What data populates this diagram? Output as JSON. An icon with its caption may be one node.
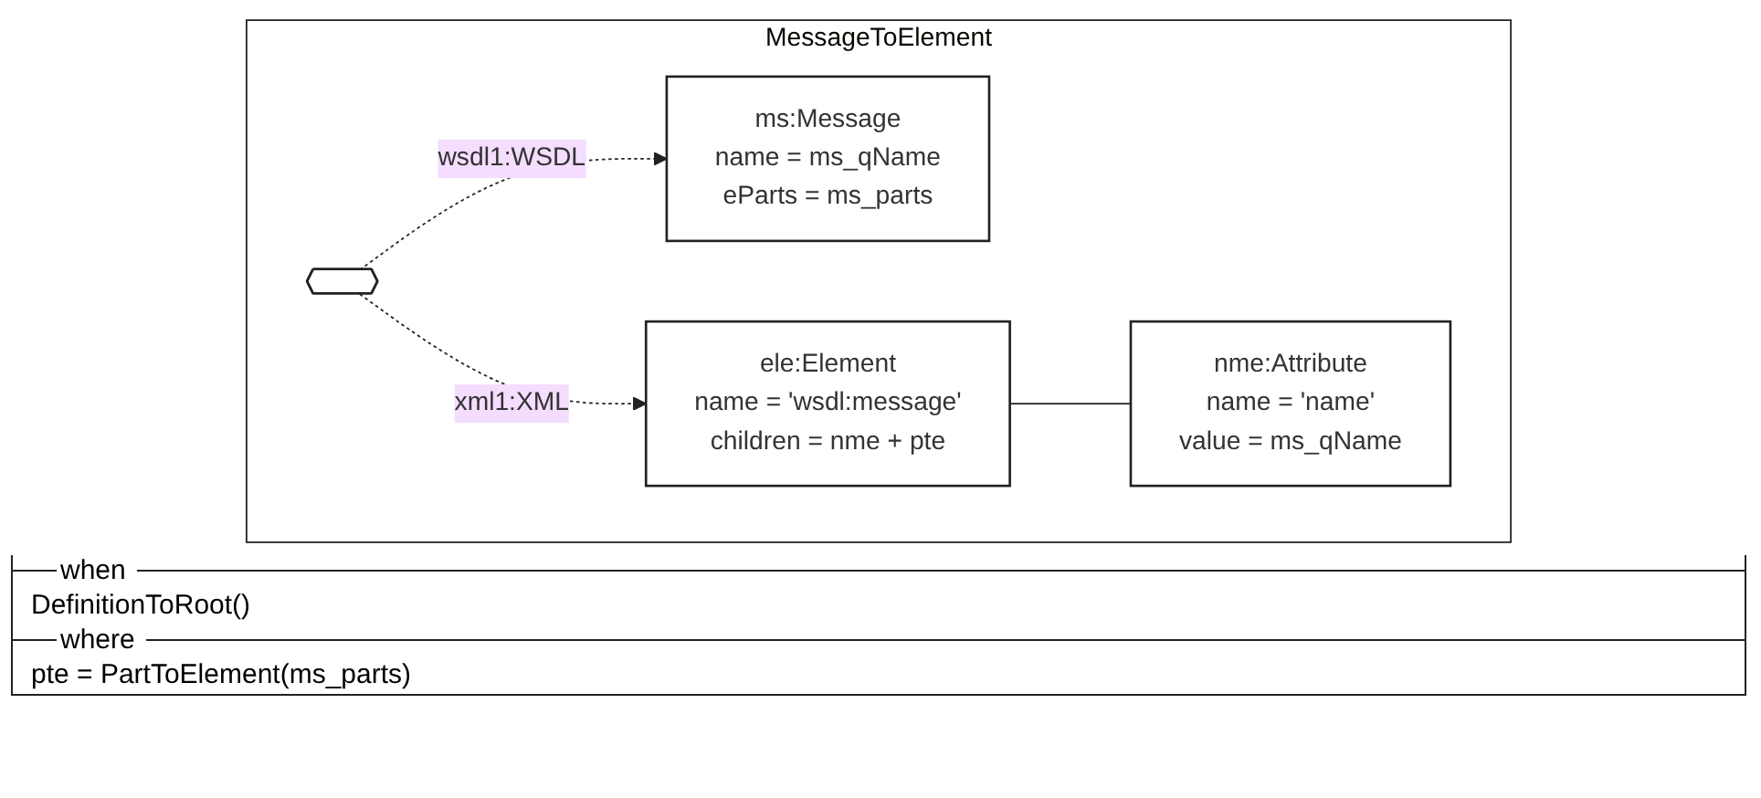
{
  "diagram": {
    "nodes": [
      {
        "text": [
          "MessageToElement"
        ]
      },
      {
        "text": [
          "ms:Message",
          "name = ms_qName",
          "eParts = ms_parts"
        ],
        "in": 0
      },
      {
        "text": [],
        "shape": "hexagon",
        "in": 0
      },
      {
        "text": [
          "ele:Element",
          "name = 'wsdl:message'",
          "children = nme + pte"
        ],
        "in": 0
      },
      {
        "text": [
          "nme:Attribute",
          "name = 'name'",
          "value = ms_qName"
        ],
        "in": 0
      }
    ],
    "edges": [
      {
        "from": 2,
        "to": 1,
        "arrow": "to",
        "style": "dashed",
        "label": "wsdl1:WSDL"
      },
      {
        "from": 2,
        "to": 3,
        "arrow": "to",
        "style": "dashed",
        "label": "xml1:XML"
      },
      {
        "from": 3,
        "to": 4,
        "arrow": "none"
      }
    ],
    "labels": [
      "when",
      "DefinitionToRoot()",
      "where",
      "pte = PartToElement(ms_parts)"
    ]
  }
}
